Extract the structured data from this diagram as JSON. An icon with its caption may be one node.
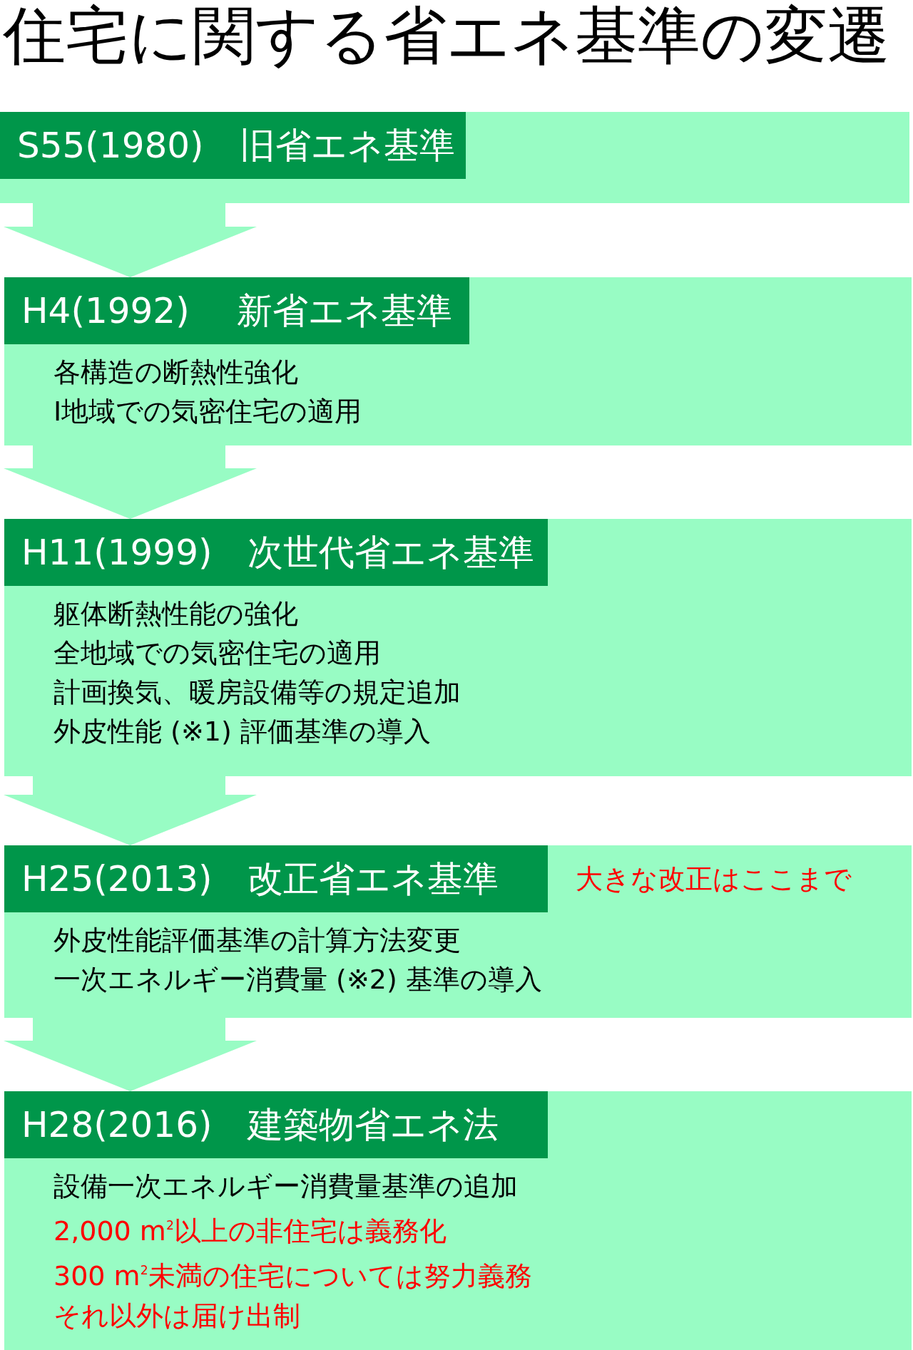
{
  "diagram": {
    "title": "住宅に関する省エネ基準の変遷",
    "nodes": [
      {
        "text": [],
        "shape": "box"
      },
      {
        "text": [
          "S55(1980)　旧省エネ基準"
        ],
        "in": 0
      },
      {
        "text": [
          "各構造の断熱性強化",
          "Ⅰ地域での気密住宅の適用"
        ]
      },
      {
        "text": [
          "H4(1992)　 新省エネ基準"
        ],
        "in": 2
      },
      {
        "text": [
          "躯体断熱性能の強化",
          "全地域での気密住宅の適用",
          "計画換気、暖房設備等の規定追加",
          "外皮性能 (※1) 評価基準の導入"
        ]
      },
      {
        "text": [
          "H11(1999)　次世代省エネ基準"
        ],
        "in": 4
      },
      {
        "text": [
          "外皮性能評価基準の計算方法変更",
          "一次エネルギー消費量 (※2) 基準の導入"
        ]
      },
      {
        "text": [
          "H25(2013)　改正省エネ基準"
        ],
        "in": 6
      },
      {
        "text": [
          "設備一次エネルギー消費量基準の追加",
          "2,000 m$^{2}$以上の非住宅は義務化",
          "300 m$^{2}$未満の住宅については努力義務",
          "それ以外は届け出制"
        ]
      },
      {
        "text": [
          "H28(2016)　建築物省エネ法"
        ],
        "in": 8
      }
    ],
    "edges": [
      {
        "from": 0,
        "to": 2,
        "arrow": "to"
      },
      {
        "from": 2,
        "to": 4,
        "arrow": "to"
      },
      {
        "from": 4,
        "to": 6,
        "arrow": "to"
      },
      {
        "from": 6,
        "to": 8,
        "arrow": "to"
      }
    ],
    "labels": [
      "大きな改正はここまで"
    ]
  }
}
